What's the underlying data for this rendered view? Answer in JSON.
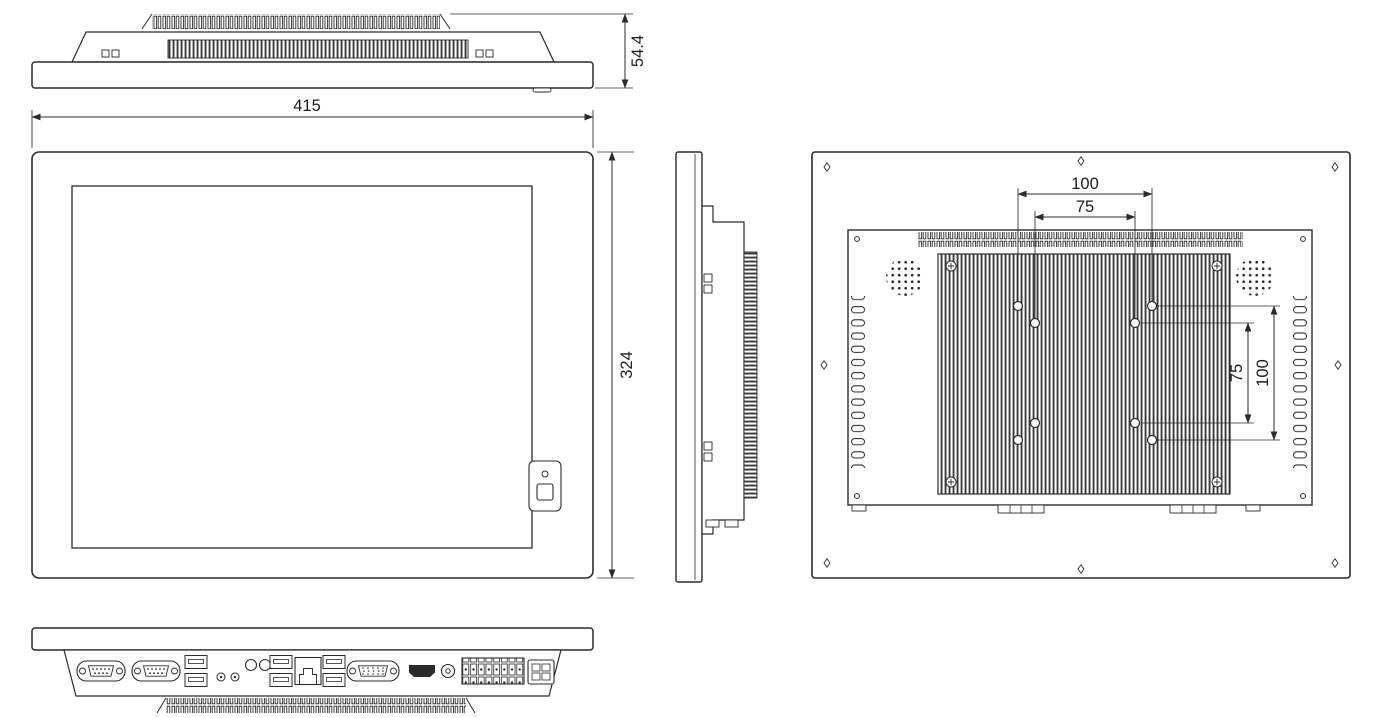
{
  "meta": {
    "line_color": "#2b2b2b",
    "background_color": "#ffffff"
  },
  "dims": {
    "depth": "54.4",
    "width": "415",
    "height": "324",
    "vesa_width_100": "100",
    "vesa_width_75": "75",
    "vesa_height_75": "75",
    "vesa_height_100": "100"
  }
}
